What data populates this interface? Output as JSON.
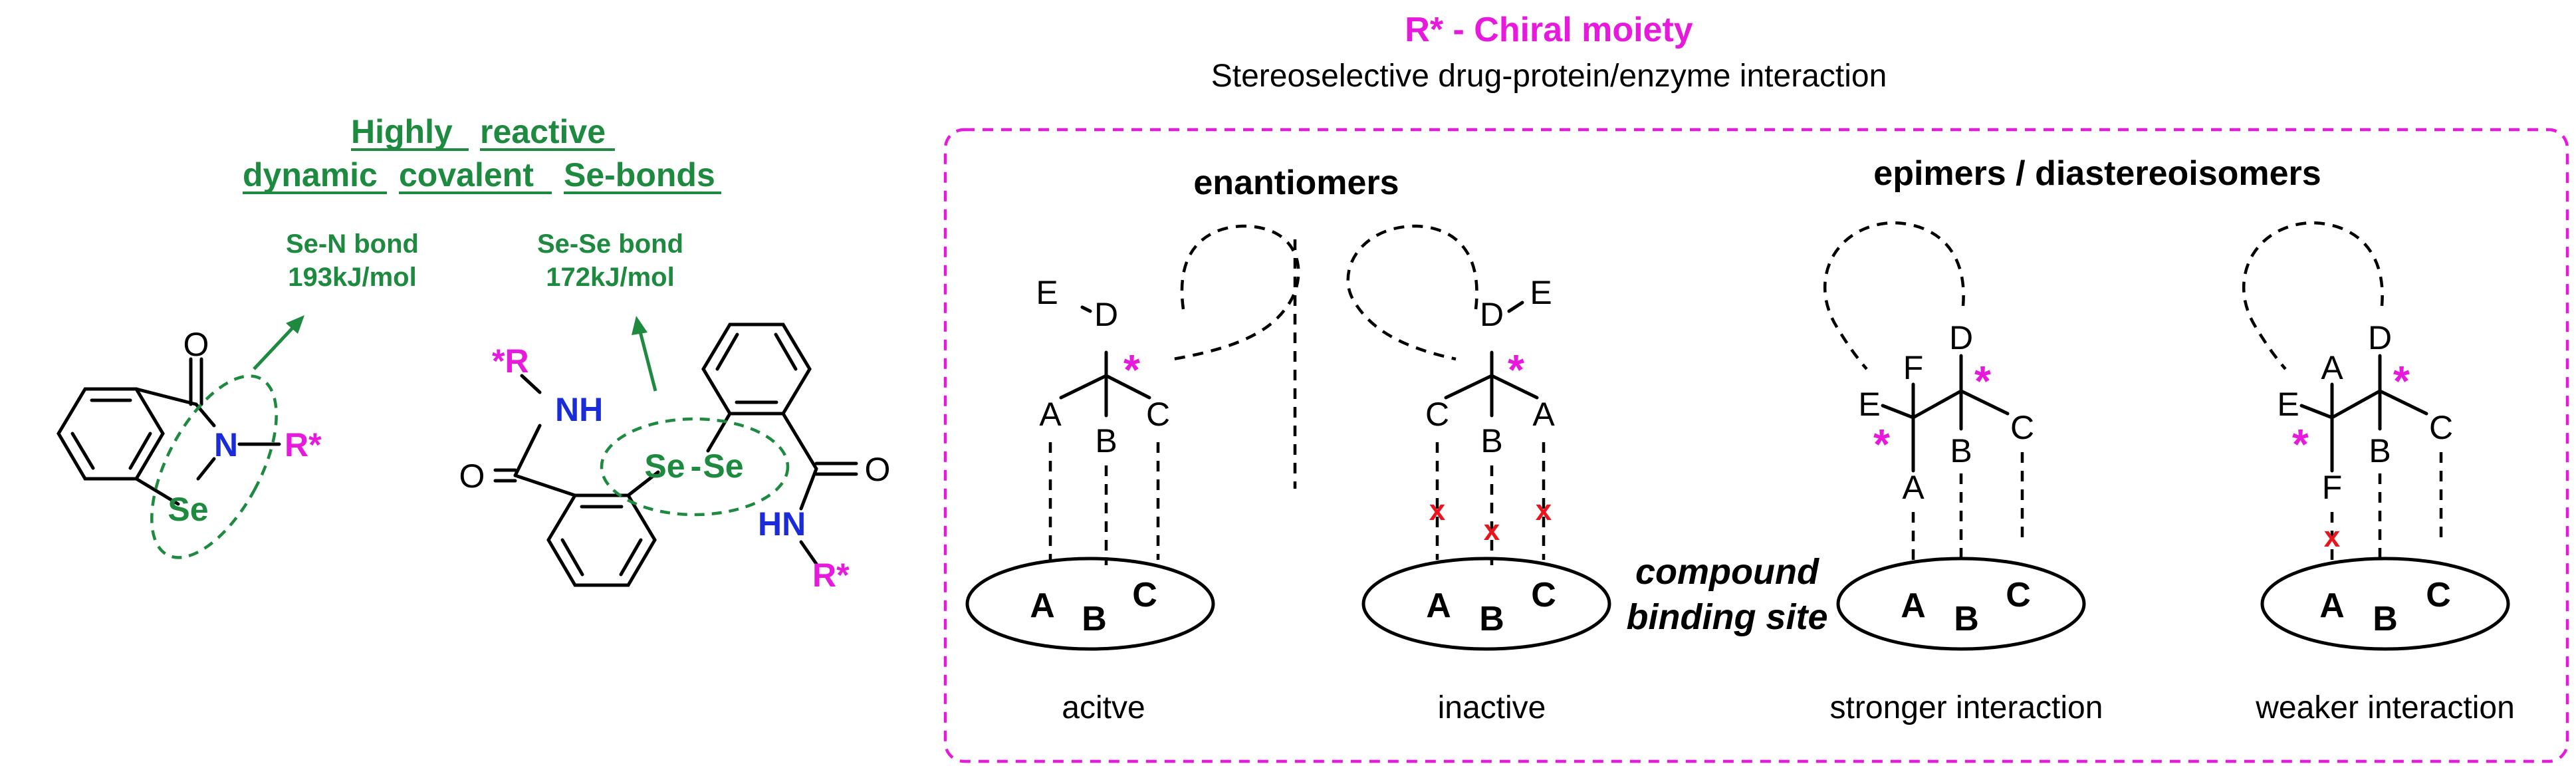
{
  "header": {
    "title": "R* - Chiral moiety",
    "subtitle": "Stereoselective drug-protein/enzyme interaction"
  },
  "left": {
    "heading": {
      "line1": [
        "Highly",
        "reactive"
      ],
      "line2": [
        "dynamic",
        "covalent",
        "Se-bonds"
      ]
    },
    "bond_se_n": {
      "name": "Se-N bond",
      "energy": "193kJ/mol"
    },
    "bond_se_se": {
      "name": "Se-Se bond",
      "energy": "172kJ/mol"
    },
    "ebselen_atoms": {
      "o": "O",
      "n": "N",
      "se": "Se",
      "r": "R*"
    },
    "diselenide_atoms": {
      "r_top": "*R",
      "nh": "NH",
      "o_left": "O",
      "se1": "Se",
      "se_dash": "-",
      "se2": "Se",
      "o_right": "O",
      "hn": "HN",
      "r_bottom": "R*"
    }
  },
  "panel": {
    "enantiomers_heading": "enantiomers",
    "epimers_heading": "epimers / diastereoisomers",
    "compound_binding_site": [
      "compound",
      "binding site"
    ],
    "star": "*",
    "x": "x",
    "site_letters": [
      "A",
      "B",
      "C"
    ],
    "molecules": [
      {
        "caption": "acitve",
        "labels": {
          "e": "E",
          "d": "D",
          "a": "A",
          "b": "B",
          "c": "C"
        }
      },
      {
        "caption": "inactive",
        "labels": {
          "d": "D",
          "e": "E",
          "c": "C",
          "b": "B",
          "a": "A"
        }
      },
      {
        "caption": "stronger interaction",
        "labels": {
          "f": "F",
          "e": "E",
          "a": "A",
          "d": "D",
          "b": "B",
          "c": "C"
        }
      },
      {
        "caption": "weaker interaction",
        "labels": {
          "a": "A",
          "e": "E",
          "f": "F",
          "d": "D",
          "b": "B",
          "c": "C"
        }
      }
    ]
  },
  "colors": {
    "green": "#1e8a40",
    "magenta": "#e619dc",
    "blue": "#1a2cd8",
    "red": "#e8141e"
  }
}
